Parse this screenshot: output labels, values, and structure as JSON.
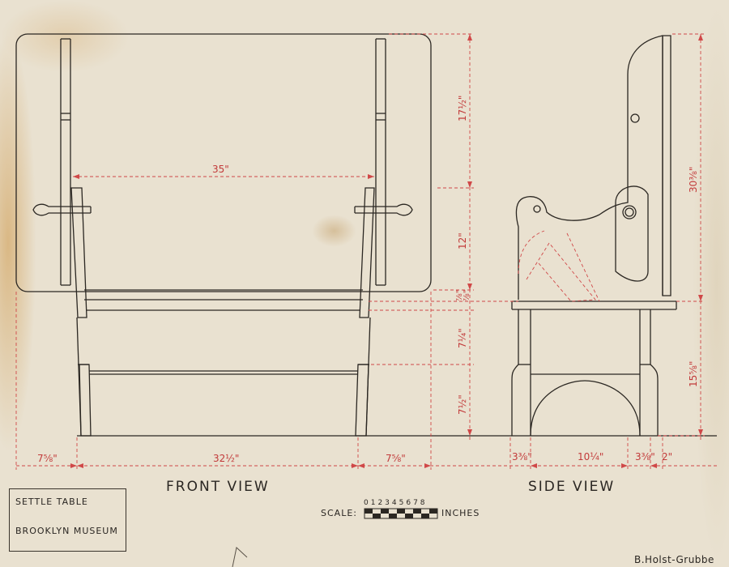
{
  "front_view": {
    "title": "FRONT VIEW",
    "dimensions": {
      "width_top": "35\"",
      "overhang_left": "7⅝\"",
      "base_width": "32½\"",
      "overhang_right": "7⅝\"",
      "top_height": "17½\"",
      "arm_height": "12\"",
      "board_thickness": "⅞\"",
      "board_thickness_b": "⅞\"",
      "upper_leg": "7¼\"",
      "lower_leg": "7½\""
    }
  },
  "side_view": {
    "title": "SIDE VIEW",
    "dimensions": {
      "left_leg": "3⅜\"",
      "span": "10¼\"",
      "right_leg": "3⅜\"",
      "board": "2\"",
      "total_height": "30⅜\"",
      "seat_height": "15⅝\""
    }
  },
  "title_block": {
    "name": "SETTLE TABLE",
    "collection": "BROOKLYN MUSEUM"
  },
  "scale": {
    "label": "SCALE:",
    "numbers": "012345678",
    "unit": "INCHES"
  },
  "signature": "B.Holst-Grubbe",
  "colors": {
    "paper": "#e9e1d0",
    "ink": "#2a2622",
    "dimension": "#c23a3a",
    "stain": "#c99a52"
  }
}
